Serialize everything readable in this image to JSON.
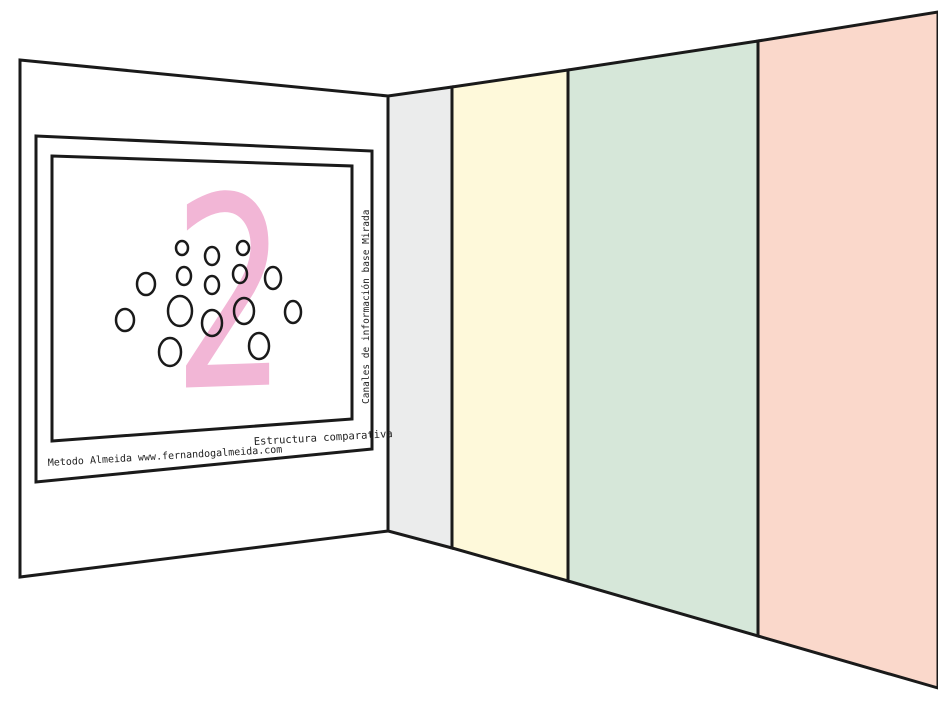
{
  "scene": {
    "poster": {
      "big_number": "2",
      "side_caption": "Canales de información base_Mirada",
      "footer_left": "Metodo Almeida www.fernandogalmeida.com",
      "footer_right": "Estructura comparativa"
    },
    "colors": {
      "line": "#1a1a1a",
      "big_number": "#f2b6d6",
      "panel_gray": "#ebecec",
      "panel_yellow": "#fef9da",
      "panel_green": "#d6e7d9",
      "panel_peach": "#fad8cb"
    }
  }
}
